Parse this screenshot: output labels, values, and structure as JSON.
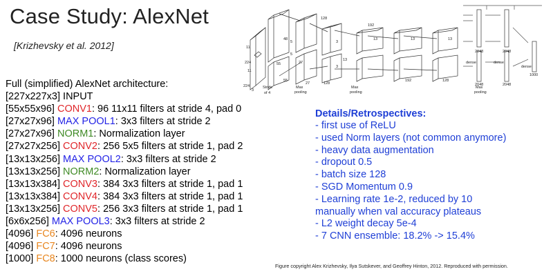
{
  "slide": {
    "title": "Case Study: AlexNet",
    "citation": "[Krizhevsky et al. 2012]",
    "caption": "Figure copyright Alex Krizhevsky, Ilya Sutskever, and Geoffrey Hinton, 2012. Reproduced with permission."
  },
  "architecture": {
    "heading": "Full (simplified) AlexNet architecture:",
    "layers": [
      {
        "shape": "[227x227x3]",
        "name": "",
        "desc": " INPUT",
        "kind": "input"
      },
      {
        "shape": "[55x55x96]",
        "name": " CONV1",
        "desc": ": 96 11x11 filters at stride 4, pad 0",
        "kind": "conv"
      },
      {
        "shape": "[27x27x96]",
        "name": " MAX POOL1",
        "desc": ": 3x3 filters at stride 2",
        "kind": "pool"
      },
      {
        "shape": "[27x27x96]",
        "name": " NORM1",
        "desc": ": Normalization layer",
        "kind": "norm"
      },
      {
        "shape": "[27x27x256]",
        "name": " CONV2",
        "desc": ": 256 5x5 filters at stride 1, pad 2",
        "kind": "conv"
      },
      {
        "shape": "[13x13x256]",
        "name": " MAX POOL2",
        "desc": ": 3x3 filters at stride 2",
        "kind": "pool"
      },
      {
        "shape": "[13x13x256]",
        "name": " NORM2",
        "desc": ": Normalization layer",
        "kind": "norm"
      },
      {
        "shape": "[13x13x384]",
        "name": " CONV3",
        "desc": ": 384 3x3 filters at stride 1, pad 1",
        "kind": "conv"
      },
      {
        "shape": "[13x13x384]",
        "name": " CONV4",
        "desc": ": 384 3x3 filters at stride 1, pad 1",
        "kind": "conv"
      },
      {
        "shape": "[13x13x256]",
        "name": " CONV5",
        "desc": ": 256 3x3 filters at stride 1, pad 1",
        "kind": "conv"
      },
      {
        "shape": "[6x6x256]",
        "name": " MAX POOL3",
        "desc": ": 3x3 filters at stride 2",
        "kind": "pool"
      },
      {
        "shape": "[4096]",
        "name": " FC6",
        "desc": ": 4096 neurons",
        "kind": "fc"
      },
      {
        "shape": "[4096]",
        "name": " FC7",
        "desc": ": 4096 neurons",
        "kind": "fc"
      },
      {
        "shape": "[1000]",
        "name": " FC8",
        "desc": ": 1000 neurons (class scores)",
        "kind": "fc"
      }
    ]
  },
  "details": {
    "heading": "Details/Retrospectives:",
    "items": [
      "- first use of ReLU",
      "- used Norm layers (not common anymore)",
      "- heavy data augmentation",
      "- dropout 0.5",
      "- batch size 128",
      "- SGD Momentum 0.9",
      "- Learning rate 1e-2, reduced by 10",
      "manually when val accuracy plateaus",
      "- L2 weight decay 5e-4",
      "- 7 CNN ensemble: 18.2% -> 15.4%"
    ]
  },
  "figure": {
    "labels": {
      "in_224_a": "224",
      "in_224_b": "224",
      "in_3": "3",
      "in_11": "11",
      "in_11b": "11",
      "stride": "Stride",
      "of4": "of 4",
      "d48": "48",
      "d55": "55",
      "d55b": "55",
      "d5": "5",
      "d5b": "5",
      "d27": "27",
      "d27b": "27",
      "d128": "128",
      "d128b": "128",
      "d3a": "3",
      "d3b": "3",
      "d13a": "13",
      "d13b": "13",
      "d13c": "13",
      "d13d": "13",
      "d192": "192",
      "d192b": "192",
      "d128c": "128",
      "d2048a": "2048",
      "d2048b": "2048",
      "d2048c": "2048",
      "d2048d": "2048",
      "dense1": "dense",
      "dense2": "dense",
      "dense3": "dense",
      "d1000": "1000",
      "maxpool1a": "Max",
      "maxpool1b": "pooling",
      "maxpool2a": "Max",
      "maxpool2b": "pooling",
      "maxpool3a": "Max",
      "maxpool3b": "pooling"
    }
  },
  "colors": {
    "conv": "#e0262a",
    "pool": "#2323e6",
    "norm": "#3f8a25",
    "fc": "#e8861f",
    "details": "#1f3fd6"
  }
}
